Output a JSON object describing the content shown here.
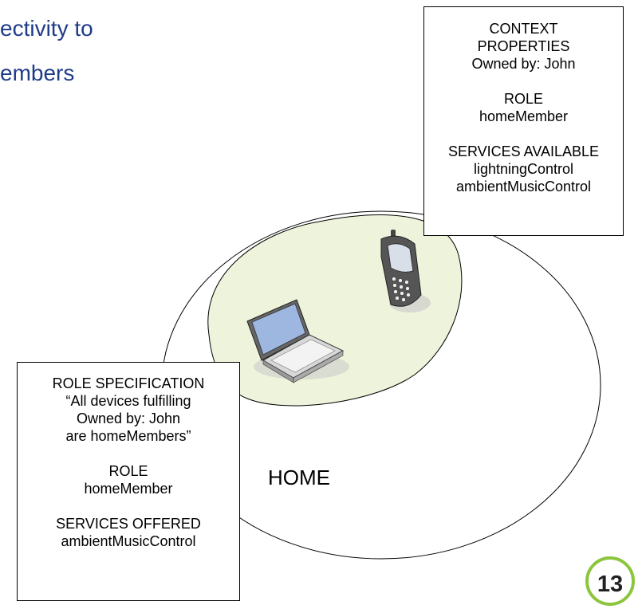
{
  "title": {
    "line1": "ectivity to",
    "line2": "embers"
  },
  "context_box": {
    "heading1": "CONTEXT",
    "heading2": "PROPERTIES",
    "owner": "Owned by: John",
    "role_label": "ROLE",
    "role_value": "homeMember",
    "services_label": "SERVICES AVAILABLE",
    "service1": "lightningControl",
    "service2": "ambientMusicControl"
  },
  "role_box": {
    "heading": "ROLE SPECIFICATION",
    "quote1": "“All devices fulfilling",
    "quote2": "Owned by: John",
    "quote3": "are homeMembers”",
    "role_label": "ROLE",
    "role_value": "homeMember",
    "services_label": "SERVICES OFFERED",
    "service1": "ambientMusicControl"
  },
  "home_label": "HOME",
  "page_number": "13",
  "colors": {
    "title": "#1f3c88",
    "inner_region": "#eef3dc",
    "badge_ring": "#8cc63f"
  },
  "icons": [
    "laptop-icon",
    "phone-icon"
  ]
}
